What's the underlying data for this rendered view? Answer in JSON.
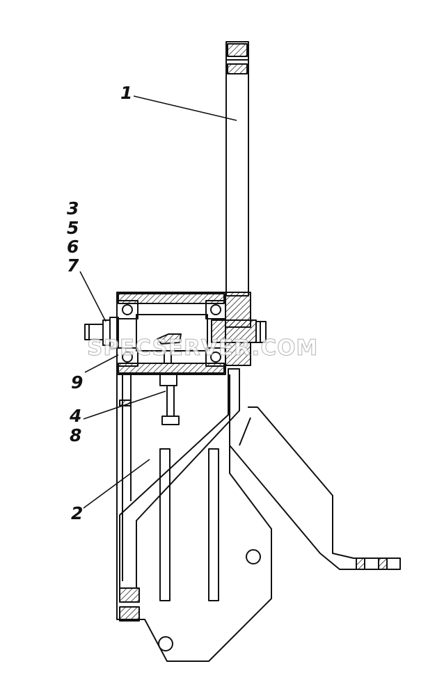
{
  "callouts": {
    "c1": "1",
    "c2": "2",
    "c3": "3",
    "c4": "4",
    "c5": "5",
    "c6": "6",
    "c7": "7",
    "c8": "8",
    "c9": "9"
  },
  "watermark": "SPECSERVER.COM",
  "colors": {
    "ink": "#111111",
    "paper": "#ffffff",
    "watermark_stroke": "#9a9a9a"
  }
}
